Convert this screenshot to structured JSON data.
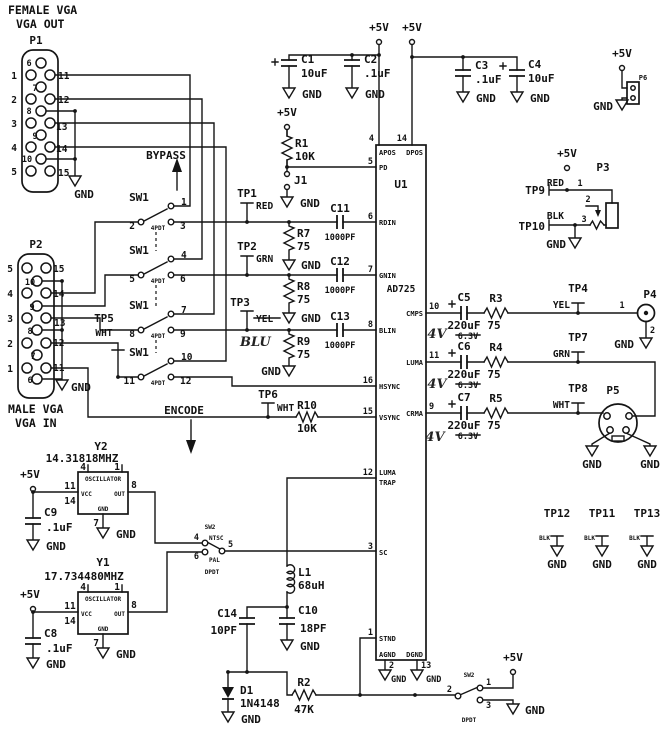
{
  "headers": {
    "female_vga": "FEMALE VGA",
    "vga_out": "VGA OUT",
    "male_vga": "MALE VGA",
    "vga_in": "VGA IN",
    "bypass": "BYPASS",
    "encode": "ENCODE"
  },
  "power": {
    "p5v": "+5V",
    "gnd": "GND"
  },
  "p1": {
    "ref": "P1",
    "left": [
      "1",
      "2",
      "3",
      "4",
      "5"
    ],
    "mid": [
      "6",
      "7",
      "8",
      "9",
      "10"
    ],
    "right": [
      "11",
      "12",
      "13",
      "14",
      "15"
    ]
  },
  "p2": {
    "ref": "P2",
    "left": [
      "5",
      "4",
      "3",
      "2",
      "1"
    ],
    "mid": [
      "10",
      "9",
      "8",
      "7",
      "6"
    ],
    "right": [
      "15",
      "14",
      "13",
      "12",
      "11"
    ]
  },
  "sw1": {
    "label": "SW1",
    "type": "4PDT",
    "s1": {
      "t": "1",
      "c": "2",
      "e": "3"
    },
    "s2": {
      "t": "4",
      "c": "5",
      "e": "6"
    },
    "s3": {
      "t": "7",
      "c": "8",
      "e": "9"
    },
    "s4": {
      "t": "10",
      "c": "11",
      "e": "12"
    }
  },
  "sw2a": {
    "label": "SW2",
    "type": "DPDT",
    "ntsc": "NTSC",
    "pal": "PAL",
    "p_ntsc": "4",
    "p_com": "5",
    "p_pal": "6"
  },
  "sw2b": {
    "label": "SW2",
    "type": "DPDT",
    "p1": "1",
    "p2": "2",
    "p3": "3"
  },
  "u1": {
    "ref": "U1",
    "part": "AD725",
    "apos": {
      "n": "4",
      "t": "APOS"
    },
    "dpos": {
      "n": "14",
      "t": "DPOS"
    },
    "pd": {
      "n": "5",
      "t": "PD"
    },
    "rdin": {
      "n": "6",
      "t": "RDIN"
    },
    "gnin": {
      "n": "7",
      "t": "GNIN"
    },
    "blin": {
      "n": "8",
      "t": "BLIN"
    },
    "hsync": {
      "n": "16",
      "t": "HSYNC"
    },
    "vsync": {
      "n": "15",
      "t": "VSYNC"
    },
    "lumatrap": {
      "n": "12",
      "t": "LUMA",
      "t2": "TRAP"
    },
    "sc": {
      "n": "3",
      "t": "SC"
    },
    "stnd": {
      "n": "1",
      "t": "STND"
    },
    "agnd": {
      "n": "2",
      "t": "AGND"
    },
    "dgnd": {
      "n": "13",
      "t": "DGND"
    },
    "cmps": {
      "n": "10",
      "t": "CMPS"
    },
    "luma": {
      "n": "11",
      "t": "LUMA"
    },
    "crma": {
      "n": "9",
      "t": "CRMA"
    }
  },
  "caps": {
    "c1": {
      "ref": "C1",
      "val": "10uF"
    },
    "c2": {
      "ref": "C2",
      "val": ".1uF"
    },
    "c3": {
      "ref": "C3",
      "val": ".1uF"
    },
    "c4": {
      "ref": "C4",
      "val": "10uF"
    },
    "c5": {
      "ref": "C5",
      "val": "220uF",
      "struck": "6.3V",
      "hand": "4V"
    },
    "c6": {
      "ref": "C6",
      "val": "220uF",
      "struck": "6.3V",
      "hand": "4V"
    },
    "c7": {
      "ref": "C7",
      "val": "220uF",
      "struck": "6.3V",
      "hand": "4V"
    },
    "c8": {
      "ref": "C8",
      "val": ".1uF"
    },
    "c9": {
      "ref": "C9",
      "val": ".1uF"
    },
    "c10": {
      "ref": "C10",
      "val": "18PF"
    },
    "c11": {
      "ref": "C11",
      "val": "1000PF"
    },
    "c12": {
      "ref": "C12",
      "val": "1000PF"
    },
    "c13": {
      "ref": "C13",
      "val": "1000PF"
    },
    "c14": {
      "ref": "C14",
      "val": "10PF"
    }
  },
  "resistors": {
    "r1": {
      "ref": "R1",
      "val": "10K"
    },
    "r2": {
      "ref": "R2",
      "val": "47K"
    },
    "r3": {
      "ref": "R3",
      "val": "75"
    },
    "r4": {
      "ref": "R4",
      "val": "75"
    },
    "r5": {
      "ref": "R5",
      "val": "75"
    },
    "r7": {
      "ref": "R7",
      "val": "75"
    },
    "r8": {
      "ref": "R8",
      "val": "75"
    },
    "r9": {
      "ref": "R9",
      "val": "75"
    },
    "r10": {
      "ref": "R10",
      "val": "10K"
    }
  },
  "misc": {
    "l1": {
      "ref": "L1",
      "val": "68uH"
    },
    "d1": {
      "ref": "D1",
      "val": "1N4148"
    },
    "j1": {
      "ref": "J1"
    }
  },
  "osc": {
    "y2": {
      "ref": "Y2",
      "freq": "14.31818MHZ"
    },
    "y1": {
      "ref": "Y1",
      "freq": "17.734480MHZ"
    },
    "box_label": "OSCILLATOR",
    "vcc": "VCC",
    "out": "OUT",
    "gnd": "GND",
    "n_tl": "4",
    "n_tr": "1",
    "n_vcc1": "11",
    "n_vcc2": "14",
    "n_out": "8",
    "n_gnd": "7"
  },
  "tp": {
    "tp1": {
      "ref": "TP1",
      "color": "RED"
    },
    "tp2": {
      "ref": "TP2",
      "color": "GRN"
    },
    "tp3": {
      "ref": "TP3",
      "struck": "YEL",
      "hand": "BLU"
    },
    "tp4": {
      "ref": "TP4",
      "color": "YEL"
    },
    "tp5": {
      "ref": "TP5",
      "color": "WHT"
    },
    "tp6": {
      "ref": "TP6",
      "color": "WHT"
    },
    "tp7": {
      "ref": "TP7",
      "color": "GRN"
    },
    "tp8": {
      "ref": "TP8",
      "color": "WHT"
    },
    "tp9": {
      "ref": "TP9",
      "color": "RED"
    },
    "tp10": {
      "ref": "TP10",
      "color": "BLK"
    },
    "tp11": {
      "ref": "TP11",
      "color": "BLK"
    },
    "tp12": {
      "ref": "TP12",
      "color": "BLK"
    },
    "tp13": {
      "ref": "TP13",
      "color": "BLK"
    }
  },
  "conn": {
    "p3": {
      "ref": "P3",
      "n1": "1",
      "n2": "2",
      "n3": "3"
    },
    "p4": {
      "ref": "P4",
      "n1": "1",
      "n2": "2"
    },
    "p5": {
      "ref": "P5"
    },
    "p6": {
      "ref": "P6"
    }
  }
}
